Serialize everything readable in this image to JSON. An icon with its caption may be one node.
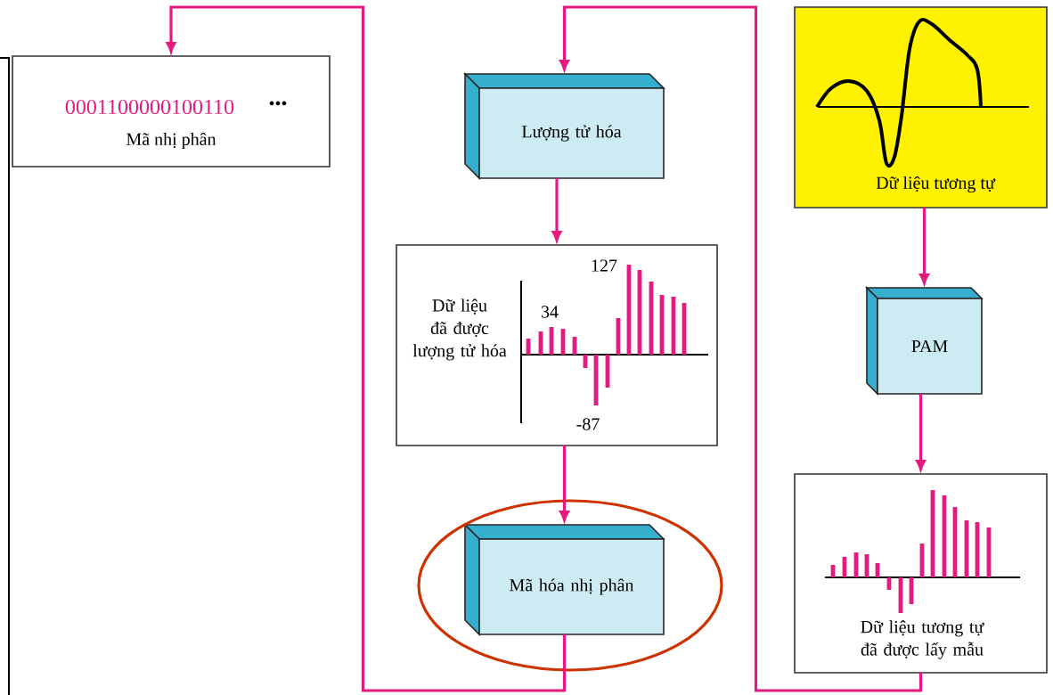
{
  "diagram": {
    "nodes": [
      {
        "text": [
          "0001100000100110",
          "•••",
          "Mã nhị phân"
        ]
      },
      {
        "text": [
          "Lượng tử hóa"
        ]
      },
      {
        "text": [
          "Dữ liệu đã được lượng tử hóa",
          "127",
          "34",
          "-87"
        ]
      },
      {
        "text": [
          "Mã hóa nhị phân"
        ]
      },
      {
        "text": [
          "Dữ liệu tương tự"
        ]
      },
      {
        "text": [
          "PAM"
        ]
      },
      {
        "text": [
          "Dữ liệu tương tự đã được lấy mẫu"
        ]
      }
    ],
    "edges": [
      {
        "from": 4,
        "to": 5,
        "arrow": "to"
      },
      {
        "from": 5,
        "to": 6,
        "arrow": "to"
      },
      {
        "from": 6,
        "to": 1,
        "arrow": "to"
      },
      {
        "from": 1,
        "to": 2,
        "arrow": "to"
      },
      {
        "from": 2,
        "to": 3,
        "arrow": "to"
      },
      {
        "from": 3,
        "to": 0,
        "arrow": "to"
      }
    ]
  }
}
